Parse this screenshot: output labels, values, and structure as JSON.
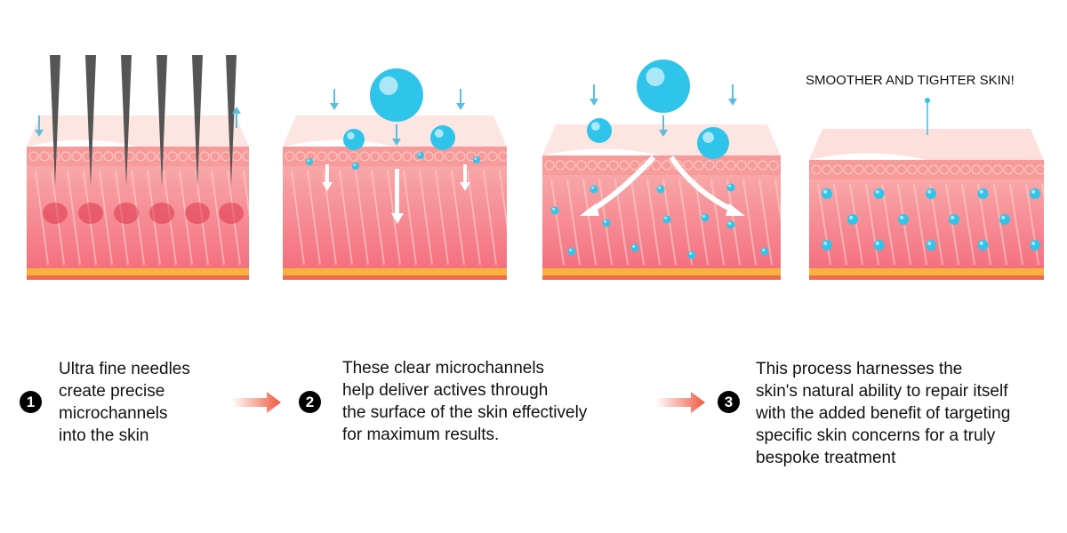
{
  "headline": "SMOOTHER AND TIGHTER SKIN!",
  "steps": [
    {
      "number": "1",
      "lines": [
        "Ultra fine needles",
        "create precise",
        "microchannels",
        "into the skin"
      ]
    },
    {
      "number": "2",
      "lines": [
        "These clear microchannels",
        "help deliver actives through",
        "the surface of the skin effectively",
        "for maximum results."
      ]
    },
    {
      "number": "3",
      "lines": [
        "This process harnesses the",
        "skin's natural ability to repair itself",
        "with the added benefit of targeting",
        "specific skin concerns for a truly",
        "bespoke treatment"
      ]
    }
  ],
  "colors": {
    "skin": "#f4707f",
    "skin_light": "#fbc9c6",
    "serum": "#2fc4ea",
    "arrow": "#f0593f",
    "fat": "#f7b23f"
  }
}
